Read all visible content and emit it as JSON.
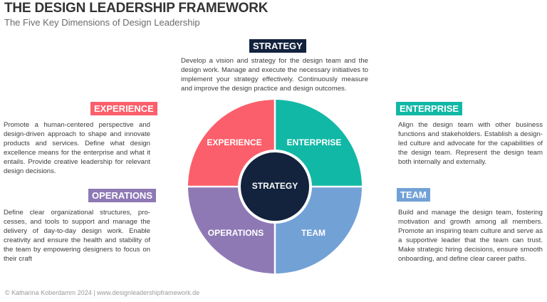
{
  "header": {
    "title": "THE DESIGN LEADERSHIP FRAMEWORK",
    "subtitle": "The Five Key Dimensions of Design Leadership"
  },
  "colors": {
    "strategy": "#13223d",
    "experience": "#fb5f6b",
    "enterprise": "#12b8a6",
    "operations": "#8e79b5",
    "team": "#72a1d6"
  },
  "dimensions": {
    "strategy": {
      "label": "STRATEGY",
      "description": "Develop a vision and strategy for the design team and the design work. Manage and execute the necessary initiatives to implement your strategy effectively. Continuously measure and improve the design practice and design outcomes."
    },
    "experience": {
      "label": "EXPERIENCE",
      "description": "Promote a human-centered perspective and design-driven approach to shape and innovate products and services. Define what design excellence means for the enterprise and what it entails. Provide creative leadership for relevant design decisions."
    },
    "enterprise": {
      "label": "ENTERPRISE",
      "description": "Align the design team with other business functions and stakeholders. Establish a design-led culture and advocate for the capabilities of the design team. Represent the design team both internally and externally."
    },
    "operations": {
      "label": "OPERATIONS",
      "description": "Define clear organizational structures, pro-cesses, and tools to support and manage the delivery of day-to-day design work. Enable creativity and ensure the health and stability of the team by empowering designers to focus on their craft"
    },
    "team": {
      "label": "TEAM",
      "description": "Build and manage the design team, fostering motivation and growth among all members. Promote an inspiring team culture and serve as a supportive leader that the team can trust. Make strategic hiring decisions, ensure smooth onboarding, and define clear career paths."
    }
  },
  "wheel": {
    "center_label": "STRATEGY",
    "quadrants": [
      {
        "position": "top-left",
        "label": "EXPERIENCE"
      },
      {
        "position": "top-right",
        "label": "ENTERPRISE"
      },
      {
        "position": "bottom-left",
        "label": "OPERATIONS"
      },
      {
        "position": "bottom-right",
        "label": "TEAM"
      }
    ]
  },
  "footer": {
    "text": "©  Katharina Koberdamm 2024   |  www.designleadershipframework.de"
  }
}
